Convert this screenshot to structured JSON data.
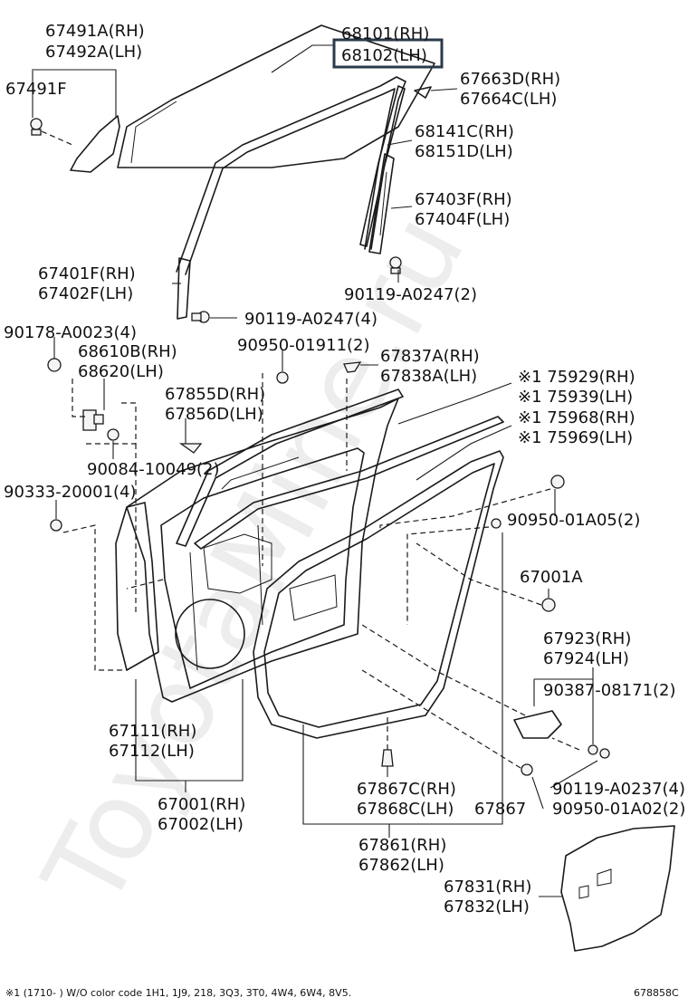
{
  "labels": {
    "p68101": "68101(RH)",
    "p68102": "68102(LH)",
    "p67491a": "67491A(RH)",
    "p67492a": "67492A(LH)",
    "p67491f": "67491F",
    "p67663d": "67663D(RH)",
    "p67664c": "67664C(LH)",
    "p68141c": "68141C(RH)",
    "p68151d": "68151D(LH)",
    "p67403f": "67403F(RH)",
    "p67404f": "67404F(LH)",
    "p67401f": "67401F(RH)",
    "p67402f": "67402F(LH)",
    "p90119a0247_2": "90119-A0247(2)",
    "p90119a0247_4": "90119-A0247(4)",
    "p90178a0023": "90178-A0023(4)",
    "p68610b": "68610B(RH)",
    "p68620": "68620(LH)",
    "p9095001911": "90950-01911(2)",
    "p67837a": "67837A(RH)",
    "p67838a": "67838A(LH)",
    "p75929": "※1 75929(RH)",
    "p75939": "※1 75939(LH)",
    "p75968": "※1 75968(RH)",
    "p75969": "※1 75969(LH)",
    "p67855d": "67855D(RH)",
    "p67856d": "67856D(LH)",
    "p9008410049": "90084-10049(2)",
    "p9033320001": "90333-20001(4)",
    "p9095001a05": "90950-01A05(2)",
    "p67001a": "67001A",
    "p67923": "67923(RH)",
    "p67924": "67924(LH)",
    "p9038708171": "90387-08171(2)",
    "p67111": "67111(RH)",
    "p67112": "67112(LH)",
    "p67001": "67001(RH)",
    "p67002": "67002(LH)",
    "p67867c": "67867C(RH)",
    "p67868c": "67868C(LH)",
    "p67867": "67867",
    "p90119a0237": "90119-A0237(4)",
    "p9095001a02": "90950-01A02(2)",
    "p67861": "67861(RH)",
    "p67862": "67862(LH)",
    "p67831": "67831(RH)",
    "p67832": "67832(LH)"
  },
  "footnote": "※1 (1710-      ) W/O color code 1H1, 1J9, 218, 3Q3, 3T0, 4W4, 6W4, 8V5.",
  "diagram_code": "678858C",
  "watermark": "ToyotaMine.ru",
  "colors": {
    "line": "#1a1a1a",
    "highlight_box": "#2a3a4a",
    "watermark": "#d8d8d8"
  }
}
